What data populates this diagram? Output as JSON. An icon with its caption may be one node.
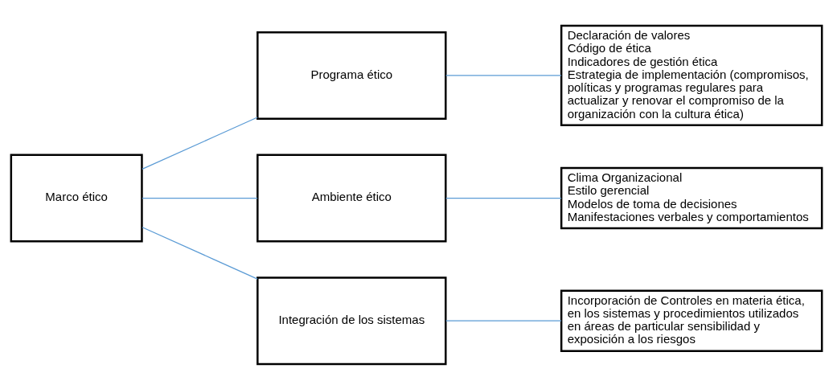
{
  "diagram": {
    "nodes": [
      {
        "text": [
          "Marco ético"
        ]
      },
      {
        "text": [
          "Programa ético"
        ]
      },
      {
        "text": [
          "Ambiente ético"
        ]
      },
      {
        "text": [
          "Integración de los sistemas"
        ]
      },
      {
        "text": [
          "Declaración de valores",
          "Código de ética",
          "Indicadores de gestión ética",
          "Estrategia de implementación (compromisos, políticas y programas regulares para actualizar y renovar el compromiso de la organización con la cultura ética)"
        ]
      },
      {
        "text": [
          "Clima Organizacional",
          "Estilo gerencial",
          "Modelos de toma de decisiones",
          "Manifestaciones verbales y comportamientos"
        ]
      },
      {
        "text": [
          "Incorporación de Controles en materia ética, en los sistemas y procedimientos utilizados en áreas de particular sensibilidad y exposición a los riesgos"
        ]
      }
    ],
    "edges": [
      {
        "from": 0,
        "to": 1,
        "arrow": "none"
      },
      {
        "from": 0,
        "to": 2,
        "arrow": "none"
      },
      {
        "from": 0,
        "to": 3,
        "arrow": "none"
      },
      {
        "from": 1,
        "to": 4,
        "arrow": "none"
      },
      {
        "from": 2,
        "to": 5,
        "arrow": "none"
      },
      {
        "from": 3,
        "to": 6,
        "arrow": "none"
      }
    ]
  }
}
